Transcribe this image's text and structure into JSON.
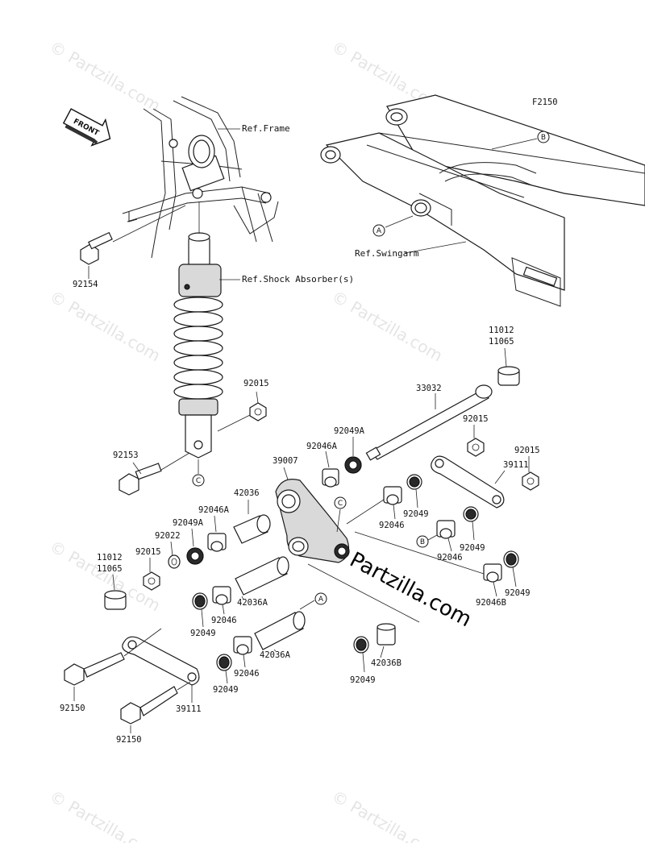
{
  "figure_code": "F2150",
  "front_marker": "FRONT",
  "refs": {
    "frame": "Ref.Frame",
    "swingarm": "Ref.Swingarm",
    "shock": "Ref.Shock Absorber(s)"
  },
  "callouts": [
    "A",
    "B",
    "C"
  ],
  "watermark": "© Partzilla.com",
  "brand": "Partzilla.com",
  "part_numbers": {
    "p92154": "92154",
    "p92153": "92153",
    "p92015_shock": "92015",
    "p11012_top": "11012",
    "p11065_top": "11065",
    "p33032": "33032",
    "p92049A_top": "92049A",
    "p92015_right1": "92015",
    "p92046A_top": "92046A",
    "p39007": "39007",
    "p39111_right": "39111",
    "p92015_right2": "92015",
    "p42036": "42036",
    "p92046A_left": "92046A",
    "p92049A_left": "92049A",
    "p92022": "92022",
    "p92015_left": "92015",
    "p11012_left": "11012",
    "p11065_left": "11065",
    "p92049_mid": "92049",
    "p92046_mid": "92046",
    "p92046_b": "92046",
    "p92049_b": "92049",
    "p92046B": "92046B",
    "p92049_r": "92049",
    "p42036A_1": "42036A",
    "p92046_l1": "92046",
    "p92049_l1": "92049",
    "p42036A_2": "42036A",
    "p42036B": "42036B",
    "p92049_low": "92049",
    "p92046_l2": "92046",
    "p92049_l2": "92049",
    "p92150_1": "92150",
    "p39111_left": "39111",
    "p92150_2": "92150"
  }
}
